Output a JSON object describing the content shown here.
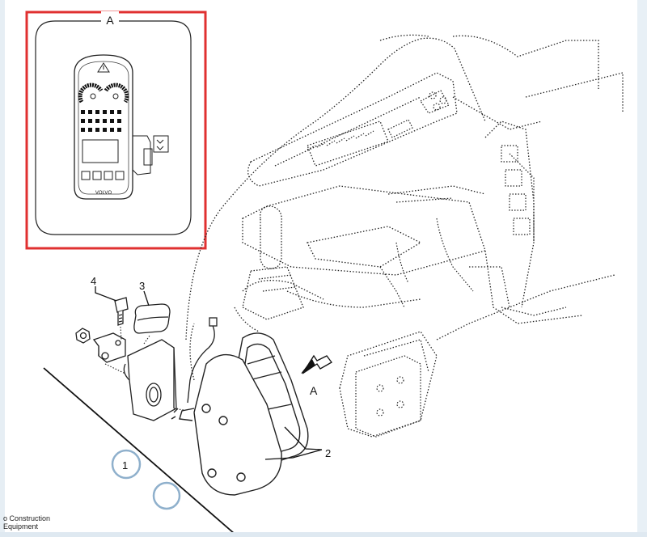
{
  "inset": {
    "view_label": "A",
    "highlight_color": "#e03030",
    "panel_brand": "VOLVO"
  },
  "callouts": {
    "part_1": "1",
    "part_2": "2",
    "part_3": "3",
    "part_4": "4",
    "view_arrow": "A"
  },
  "highlight": {
    "circle_color": "#8fb0cc"
  },
  "footer": {
    "line1": "o Construction",
    "line2": "Equipment"
  }
}
